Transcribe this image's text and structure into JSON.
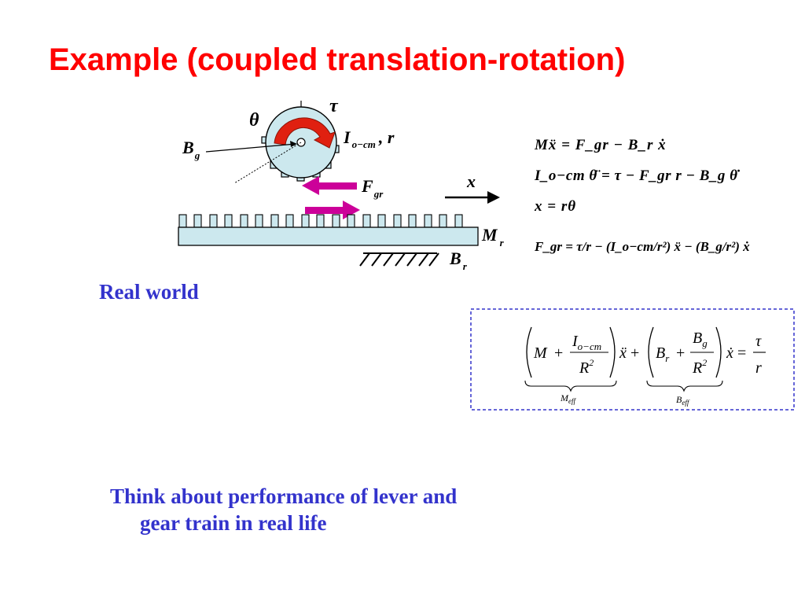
{
  "slide": {
    "title": "Example (coupled translation-rotation)",
    "real_world": "Real world",
    "think_line1": "Think about performance of lever and",
    "think_line2": "gear train in real life"
  },
  "diagram": {
    "theta": "θ",
    "tau": "τ",
    "I_main": "I",
    "I_sub": "o−cm",
    "r_comma": ", r",
    "B_g_main": "B",
    "B_g_sub": "g",
    "F_main": "F",
    "F_sub": "gr",
    "x": "x",
    "M_main": "M",
    "M_sub": "r",
    "B_r_main": "B",
    "B_r_sub": "r"
  },
  "equations": {
    "eq1": "Mẍ = F_gr − B_r ẋ",
    "eq2": "I_o−cm θ̈ = τ − F_gr r − B_g θ̇",
    "eq3": "x = rθ",
    "eq4": "F_gr = τ/r − (I_o−cm/r²) ẍ − (B_g/r²) ẋ"
  },
  "boxed_equation": {
    "M": "M",
    "plus": "+",
    "I_main": "I",
    "I_sub": "o−cm",
    "R": "R",
    "sq": "2",
    "xddot": "ẍ",
    "B_r_main": "B",
    "B_r_sub": "r",
    "B_g_main": "B",
    "B_g_sub": "g",
    "xdot": "ẋ",
    "equals": "=",
    "tau": "τ",
    "r": "r",
    "M_eff_main": "M",
    "M_eff_sub": "eff",
    "B_eff_main": "B",
    "B_eff_sub": "eff"
  },
  "colors": {
    "title": "#ff0000",
    "blue_text": "#3333cc",
    "gear_fill": "#cce8ee",
    "rack_fill": "#cce8ee",
    "torque_arrow": "#e02010",
    "force_arrow": "#cc0099",
    "dashed_box": "#3333cc"
  }
}
